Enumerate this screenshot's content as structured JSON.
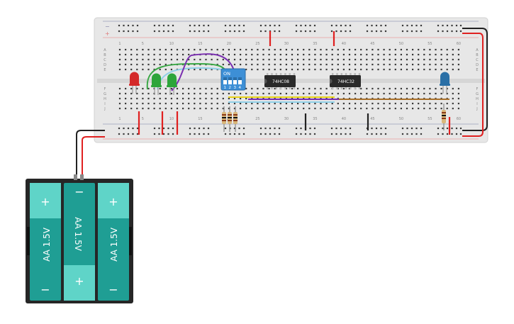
{
  "breadboard": {
    "column_numbers": [
      "1",
      "5",
      "10",
      "15",
      "20",
      "25",
      "30",
      "35",
      "40",
      "45",
      "50",
      "55",
      "60"
    ],
    "row_letters_top": [
      "A",
      "B",
      "C",
      "D",
      "E"
    ],
    "row_letters_bottom": [
      "F",
      "G",
      "H",
      "I",
      "J"
    ],
    "rail_minus": "−",
    "rail_plus": "+"
  },
  "dip_switch": {
    "label": "ON",
    "numbers": [
      "1",
      "2",
      "3",
      "4"
    ],
    "color": "#3d8fd6"
  },
  "chips": [
    {
      "label": "74HC08"
    },
    {
      "label": "74HC32"
    }
  ],
  "leds": [
    {
      "name": "red",
      "color": "#d42a2a"
    },
    {
      "name": "green-1",
      "color": "#2da53a"
    },
    {
      "name": "green-2",
      "color": "#2da53a"
    },
    {
      "name": "blue",
      "color": "#2a6fa6"
    }
  ],
  "battery_pack": {
    "cells": [
      {
        "label": "AA 1.5V",
        "top_sign": "+",
        "bottom_sign": "−"
      },
      {
        "label": "AA 1.5V",
        "top_sign": "−",
        "bottom_sign": "+"
      },
      {
        "label": "AA 1.5V",
        "top_sign": "+",
        "bottom_sign": "−"
      }
    ],
    "cell_color": "#1f9e94",
    "terminal_color": "#5fd4c8"
  },
  "colors": {
    "wire_red": "#e02020",
    "wire_black": "#222222",
    "wire_purple": "#7a2fb0",
    "wire_yellow": "#e8d21a",
    "wire_lightblue": "#8fd0e8",
    "wire_brown": "#a8702a",
    "wire_green": "#3aa845"
  }
}
